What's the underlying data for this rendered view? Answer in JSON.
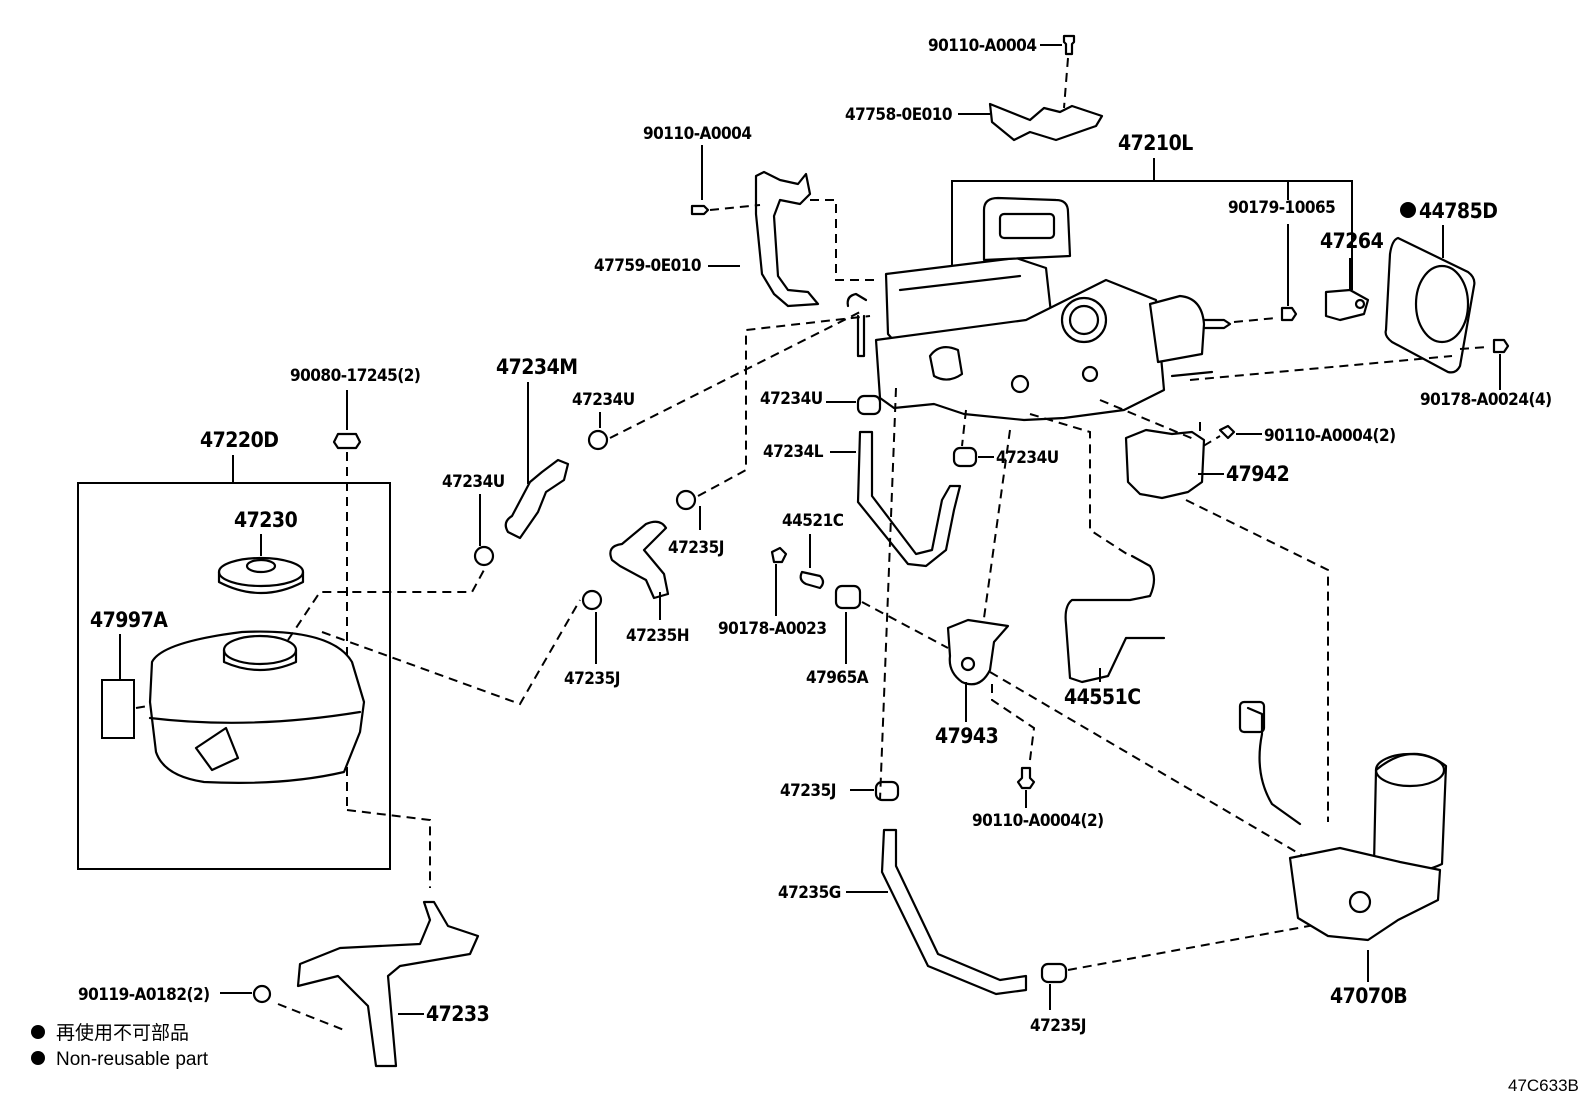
{
  "diagram": {
    "title_code": "47C633B",
    "legend": {
      "symbol": "filled-circle",
      "japanese": "再使用不可部品",
      "english": "Non-reusable part"
    },
    "labels": {
      "p90110_top": "90110-A0004",
      "p47758": "47758-0E010",
      "p47210L": "47210L",
      "p90110_left": "90110-A0004",
      "p47759": "47759-0E010",
      "p90179": "90179-10065",
      "p44785D": "44785D",
      "p47264": "47264",
      "p90178_24": "90178-A0024(4)",
      "p90080": "90080-17245(2)",
      "p47234M": "47234M",
      "p47234U_a": "47234U",
      "p47234U_b": "47234U",
      "p47234U_c": "47234U",
      "p47234U_d": "47234U",
      "p47234L": "47234L",
      "p47220D": "47220D",
      "p47230": "47230",
      "p47997A": "47997A",
      "p47235J_a": "47235J",
      "p47235H": "47235H",
      "p47235J_b": "47235J",
      "p44521C": "44521C",
      "p90178_23": "90178-A0023",
      "p47965A": "47965A",
      "p90110_2a": "90110-A0004(2)",
      "p47942": "47942",
      "p44551C": "44551C",
      "p47943": "47943",
      "p47235J_c": "47235J",
      "p90110_2b": "90110-A0004(2)",
      "p47235G": "47235G",
      "p47235J_d": "47235J",
      "p47070B": "47070B",
      "p90119": "90119-A0182(2)",
      "p47233": "47233"
    },
    "non_reusable_parts": [
      "44785D"
    ]
  }
}
